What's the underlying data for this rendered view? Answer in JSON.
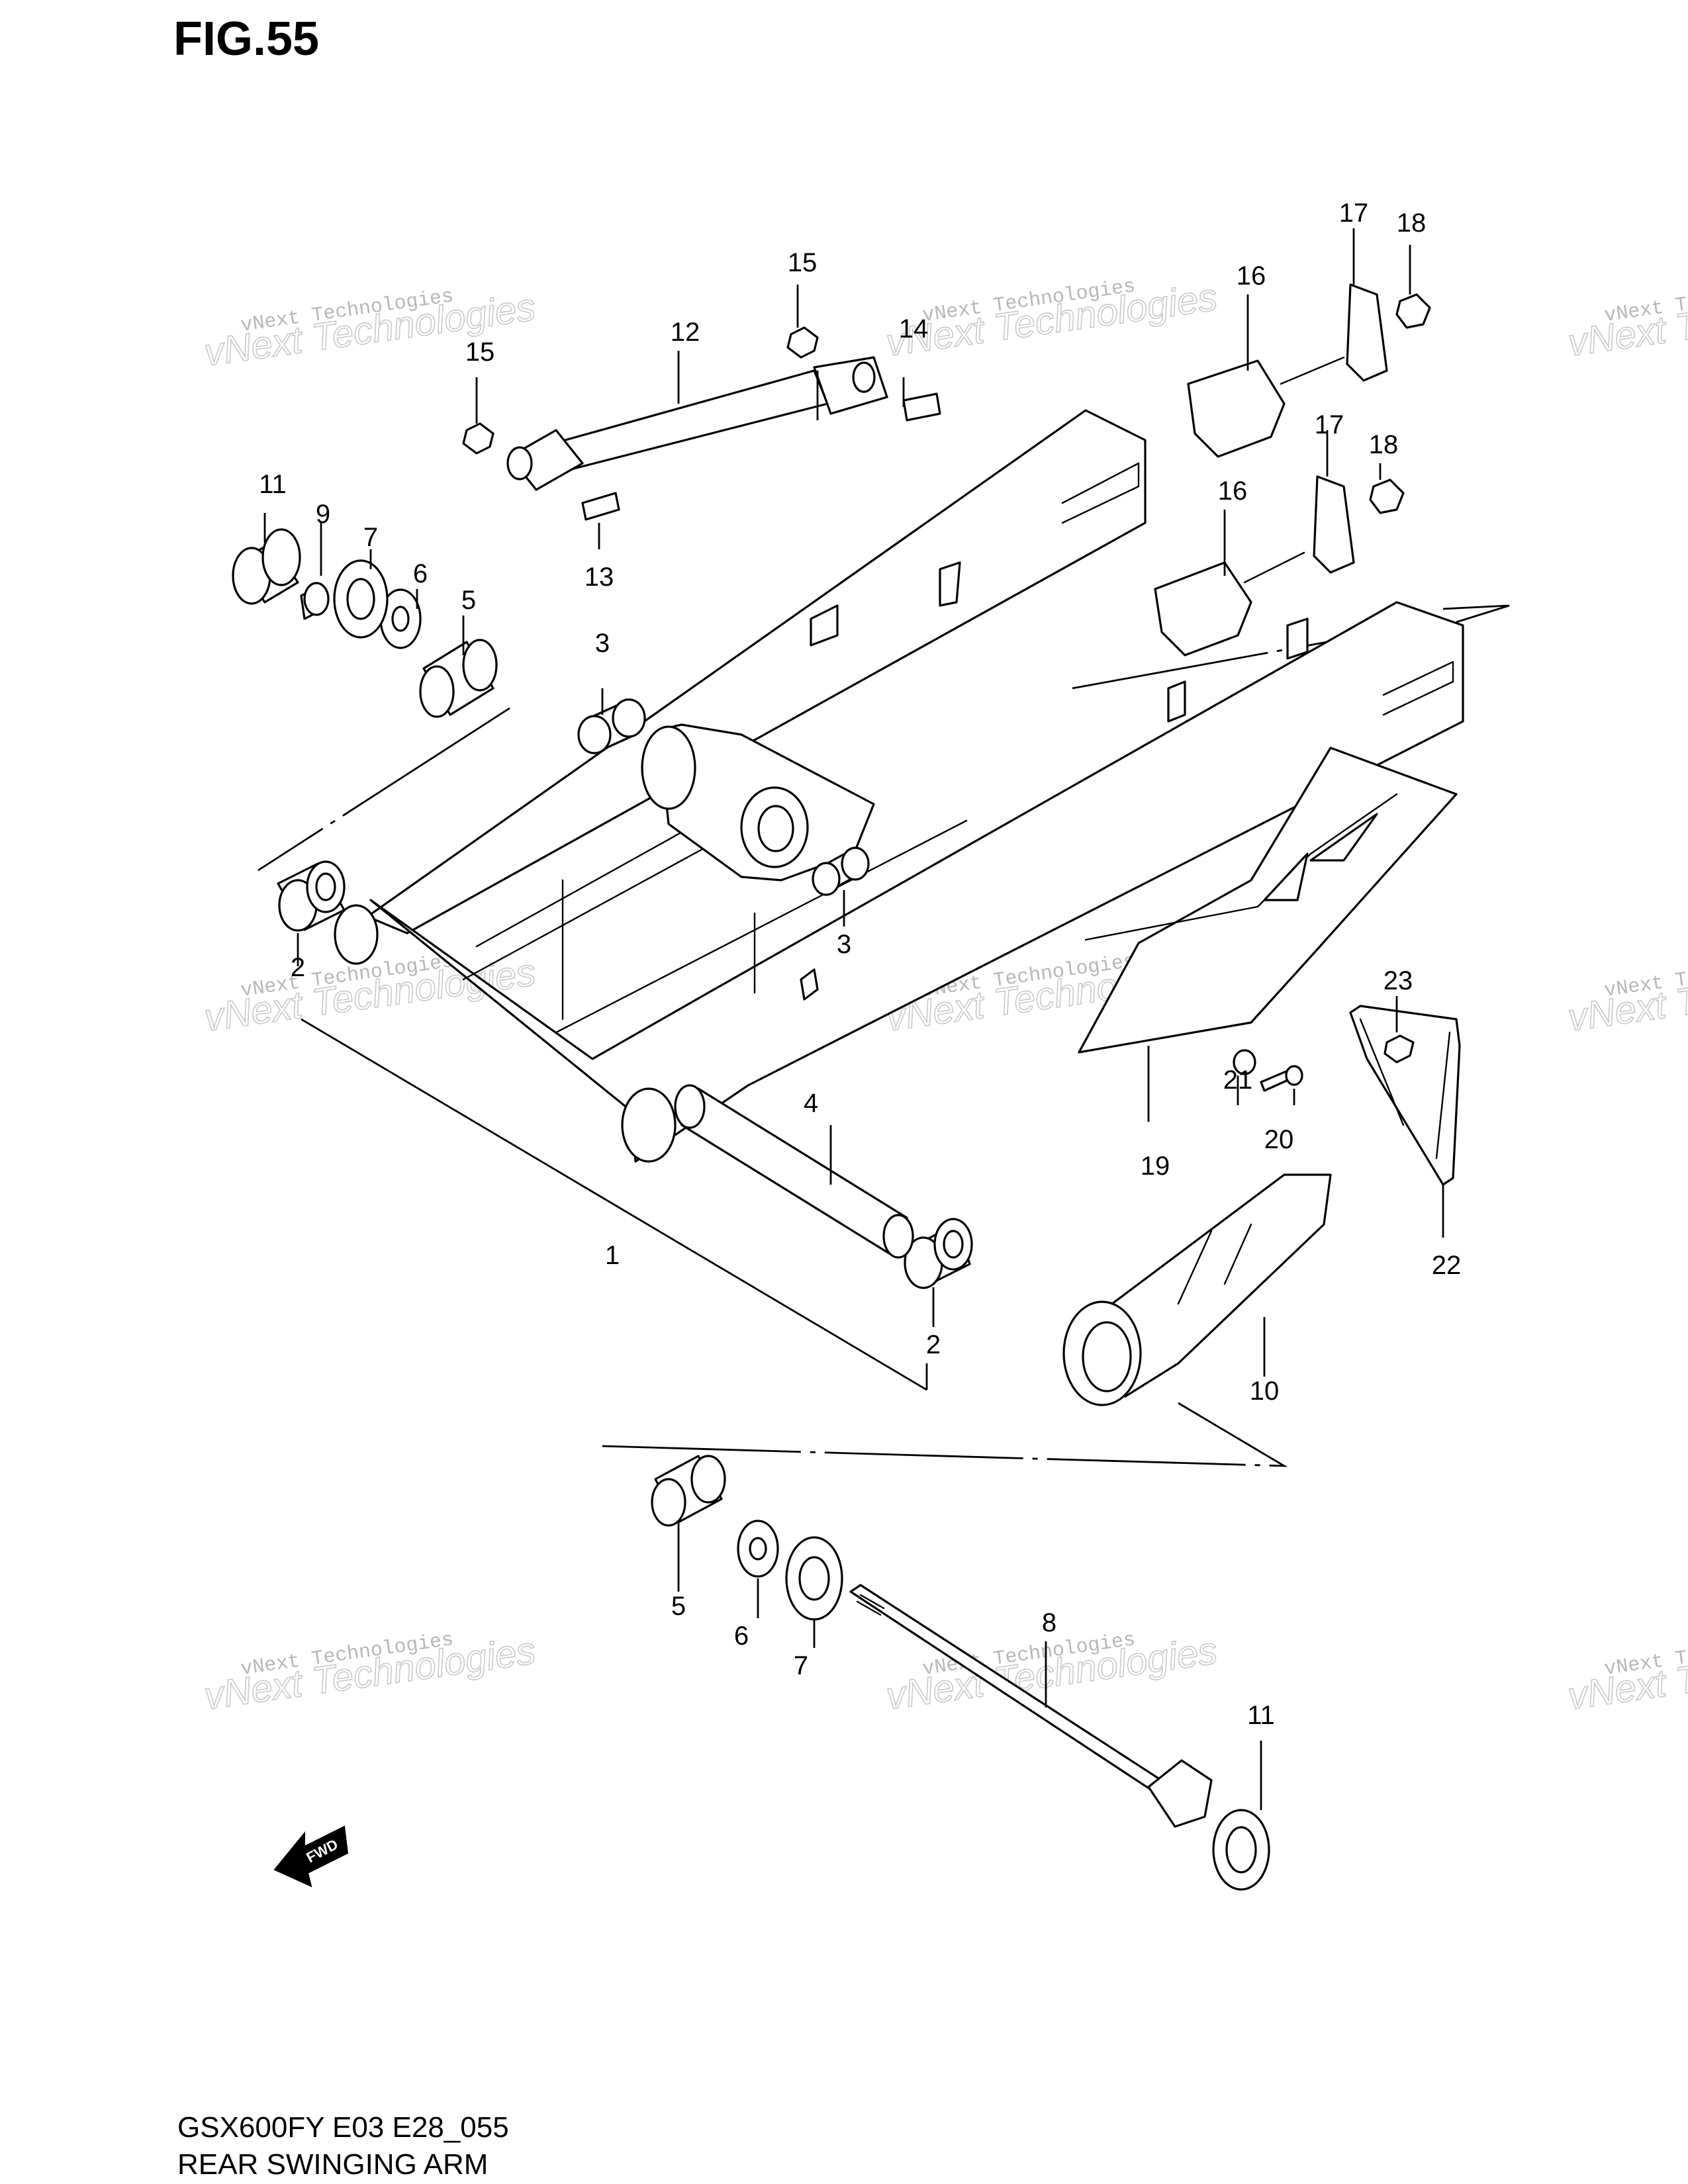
{
  "figure": {
    "title": "FIG.55",
    "model_code": "GSX600FY E03 E28_055",
    "name": "REAR SWINGING ARM"
  },
  "watermark": {
    "line1": "vNext Technologies",
    "line2": "vNext Technologies"
  },
  "fwd_label": "FWD",
  "callouts": {
    "c1": "1",
    "c2a": "2",
    "c2b": "2",
    "c3a": "3",
    "c3b": "3",
    "c4": "4",
    "c5a": "5",
    "c5b": "5",
    "c6a": "6",
    "c6b": "6",
    "c7a": "7",
    "c7b": "7",
    "c8": "8",
    "c9": "9",
    "c10": "10",
    "c11a": "11",
    "c11b": "11",
    "c12": "12",
    "c13": "13",
    "c14": "14",
    "c15a": "15",
    "c15b": "15",
    "c16a": "16",
    "c16b": "16",
    "c17a": "17",
    "c17b": "17",
    "c18a": "18",
    "c18b": "18",
    "c19": "19",
    "c20": "20",
    "c21": "21",
    "c22": "22",
    "c23": "23"
  }
}
